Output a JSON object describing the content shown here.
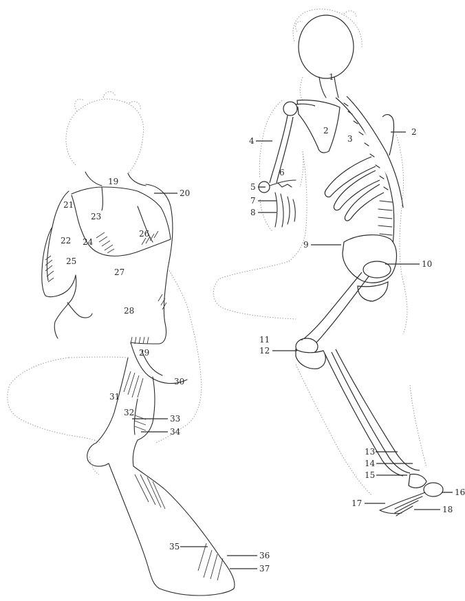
{
  "palette": {
    "ink": "#2a2a2a",
    "outline": "#9a9a9a",
    "paper": "#ffffff"
  },
  "muscle_figure": {
    "labels": [
      {
        "id": "19",
        "text": "19"
      },
      {
        "id": "20",
        "text": "20"
      },
      {
        "id": "21",
        "text": "21"
      },
      {
        "id": "22",
        "text": "22"
      },
      {
        "id": "23",
        "text": "23"
      },
      {
        "id": "24",
        "text": "24"
      },
      {
        "id": "25",
        "text": "25"
      },
      {
        "id": "26",
        "text": "26"
      },
      {
        "id": "27",
        "text": "27"
      },
      {
        "id": "28",
        "text": "28"
      },
      {
        "id": "29",
        "text": "29"
      },
      {
        "id": "30",
        "text": "30"
      },
      {
        "id": "31",
        "text": "31"
      },
      {
        "id": "32",
        "text": "32"
      },
      {
        "id": "33",
        "text": "33"
      },
      {
        "id": "34",
        "text": "34"
      },
      {
        "id": "35",
        "text": "35"
      },
      {
        "id": "36",
        "text": "36"
      },
      {
        "id": "37",
        "text": "37"
      }
    ]
  },
  "skeleton_figure": {
    "labels": [
      {
        "id": "1",
        "text": "1"
      },
      {
        "id": "2a",
        "text": "2"
      },
      {
        "id": "2b",
        "text": "2"
      },
      {
        "id": "3",
        "text": "3"
      },
      {
        "id": "4",
        "text": "4"
      },
      {
        "id": "5",
        "text": "5"
      },
      {
        "id": "6",
        "text": "6"
      },
      {
        "id": "7",
        "text": "7"
      },
      {
        "id": "8",
        "text": "8"
      },
      {
        "id": "9",
        "text": "9"
      },
      {
        "id": "10",
        "text": "10"
      },
      {
        "id": "11",
        "text": "11"
      },
      {
        "id": "12",
        "text": "12"
      },
      {
        "id": "13",
        "text": "13"
      },
      {
        "id": "14",
        "text": "14"
      },
      {
        "id": "15",
        "text": "15"
      },
      {
        "id": "16",
        "text": "16"
      },
      {
        "id": "17",
        "text": "17"
      },
      {
        "id": "18",
        "text": "18"
      }
    ]
  }
}
